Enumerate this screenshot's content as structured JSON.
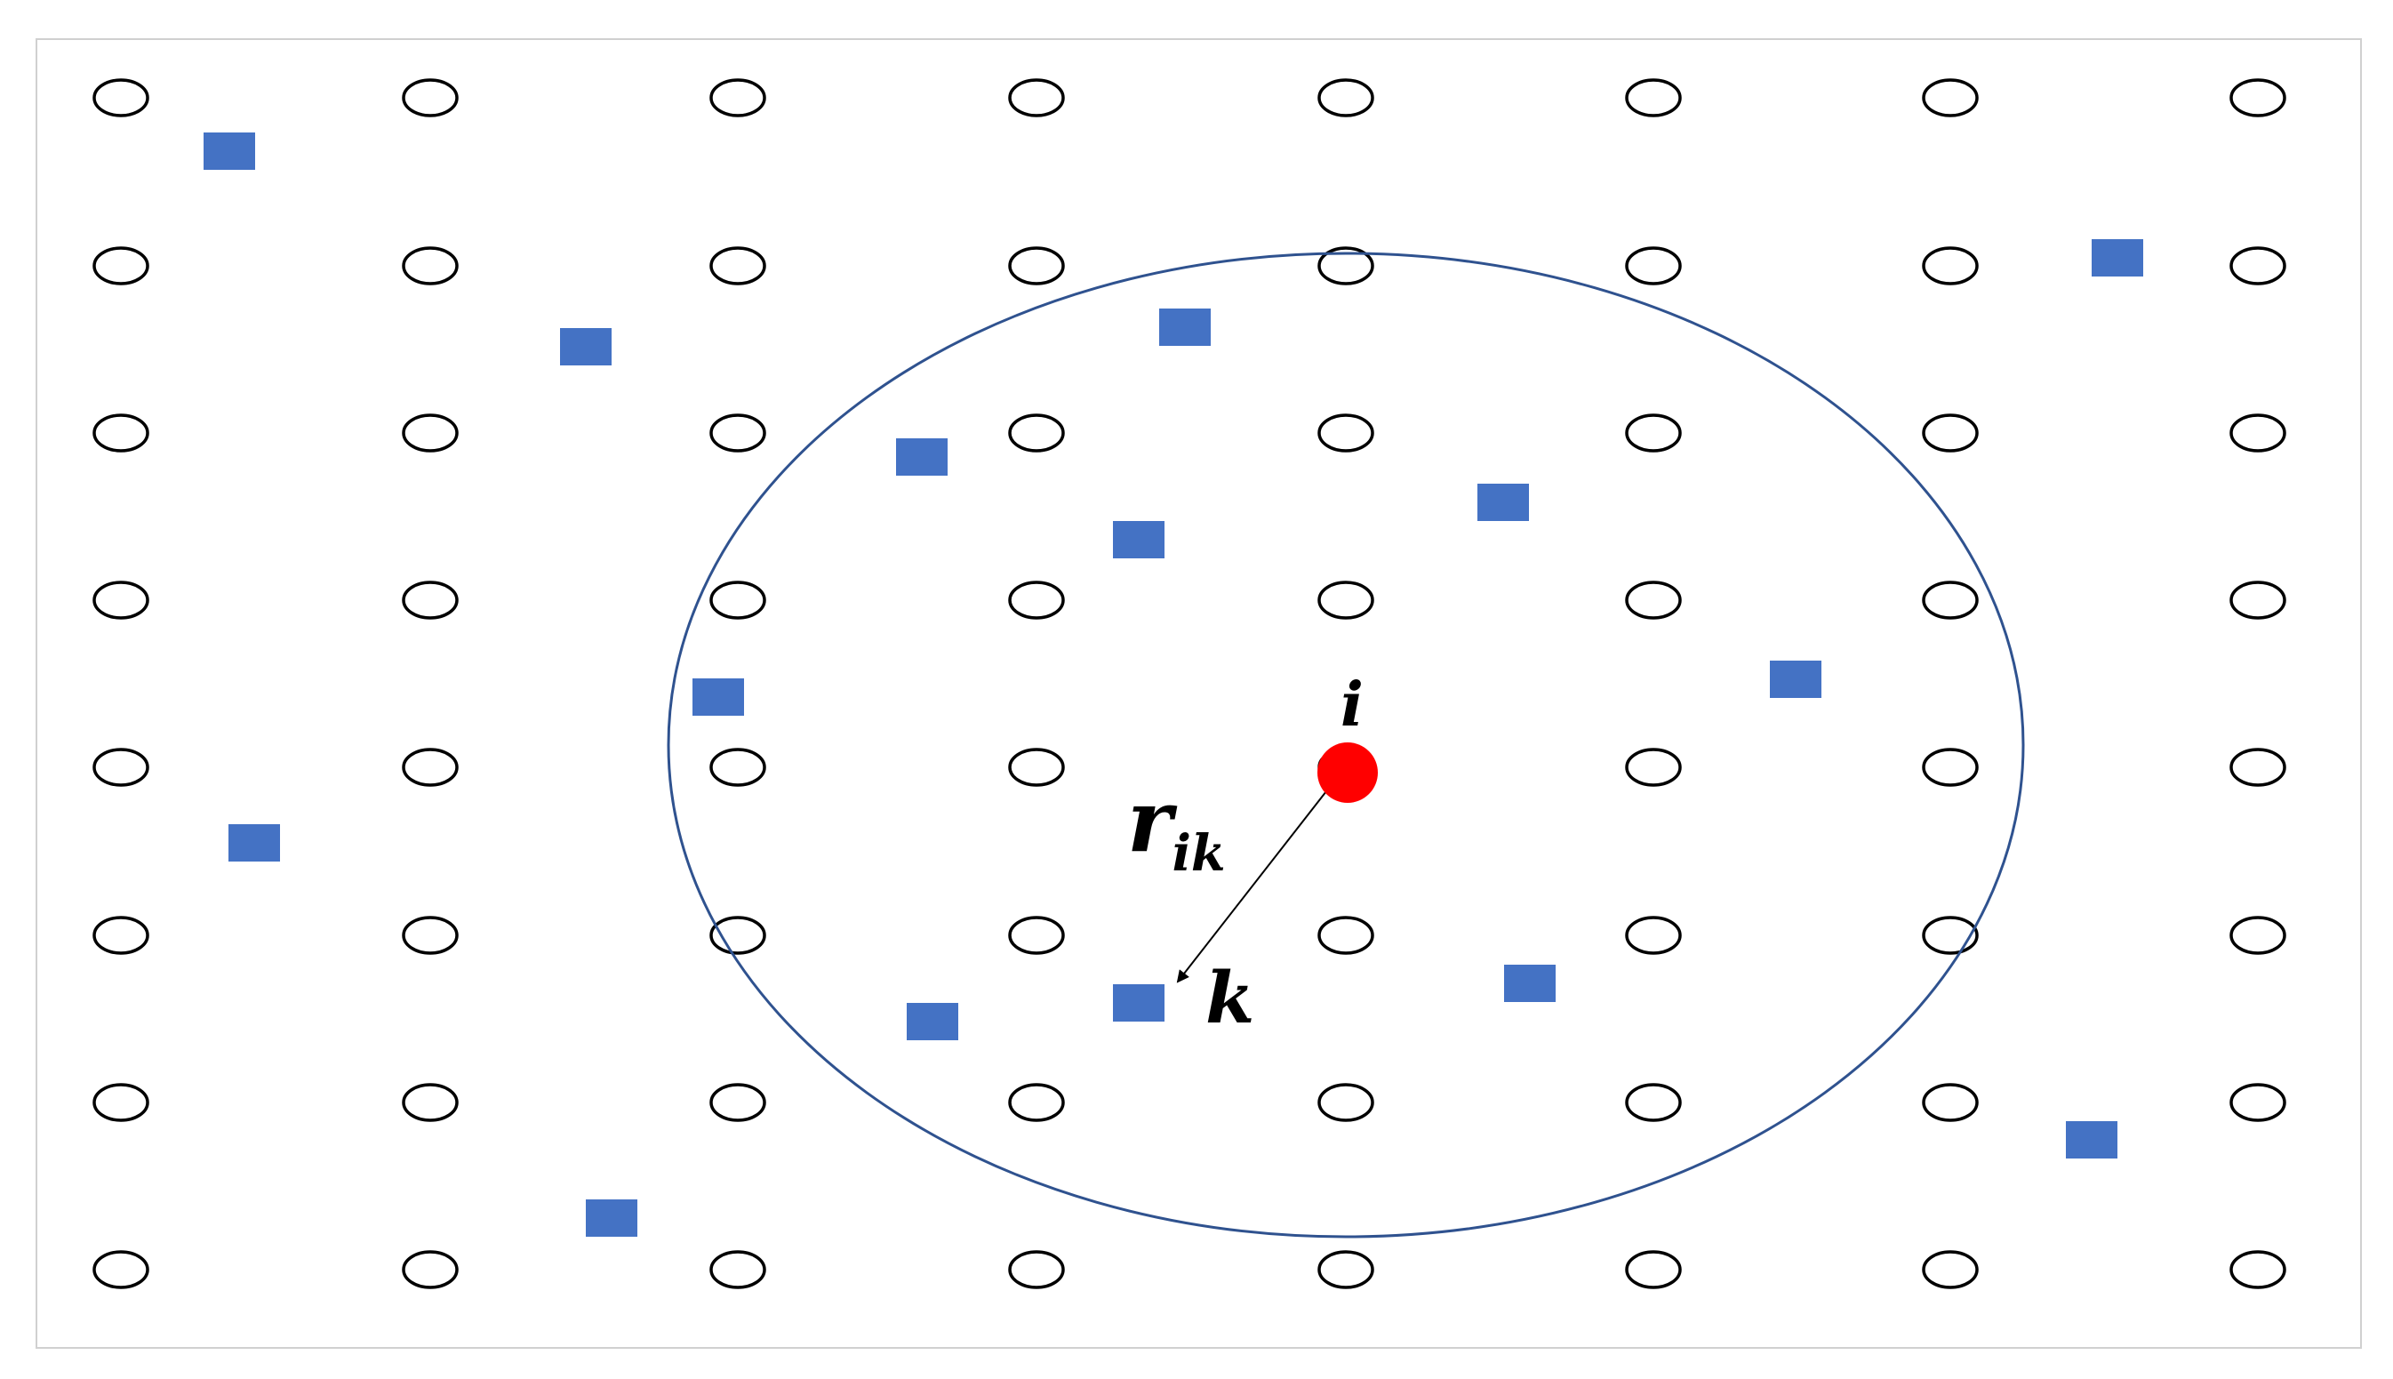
{
  "labels": {
    "center": "i",
    "distance_main": "r",
    "distance_sub": "ik",
    "neighbor": "k"
  },
  "colors": {
    "neighbor": "#4472C4",
    "center": "#FF0000",
    "cutoff": "#2F528F"
  }
}
